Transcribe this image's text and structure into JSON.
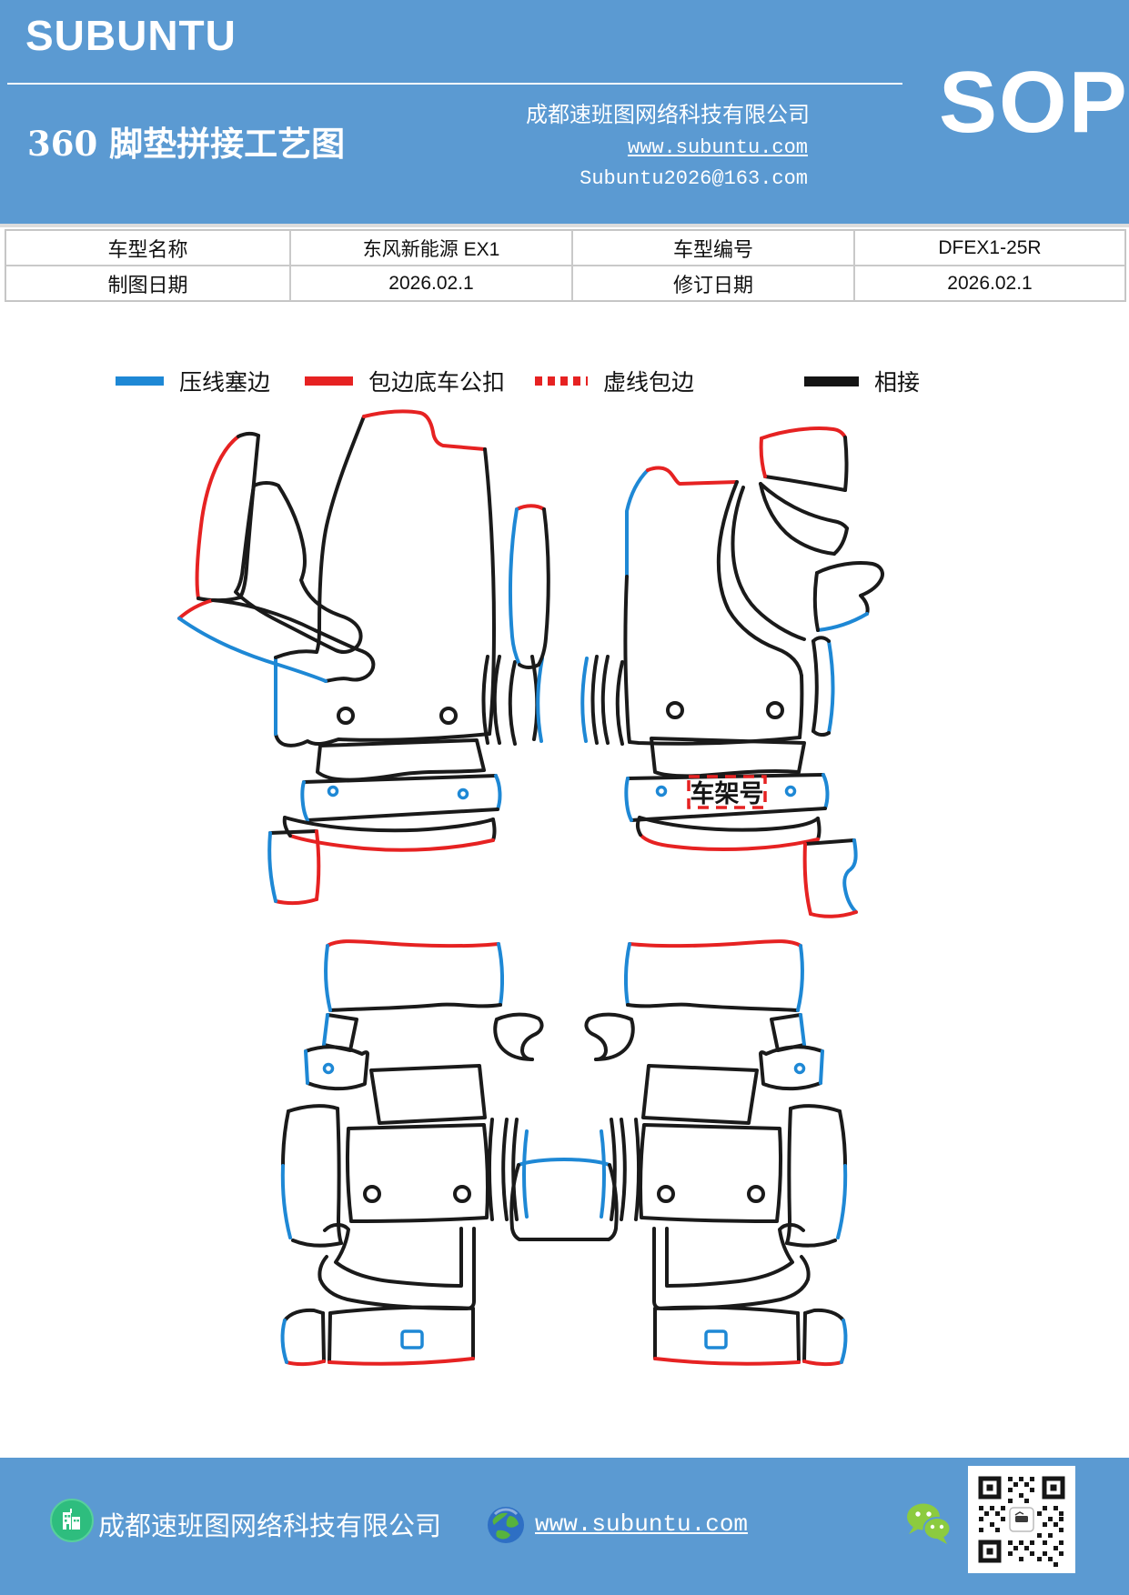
{
  "colors": {
    "band_blue": "#5b9ad2",
    "diagram_black": "#1a1a1a",
    "diagram_blue": "#1e88d5",
    "diagram_red": "#e62222",
    "table_border": "#c9c9c9",
    "footer_building_green": "#2ebd7e",
    "wechat_green": "#8ccb3f"
  },
  "header": {
    "logo": "SUBUNTU",
    "title": "360 脚垫拼接工艺图",
    "company": "成都速班图网络科技有限公司",
    "website": "www.subuntu.com",
    "email": "Subuntu2026@163.com",
    "badge": "SOP"
  },
  "info_table": {
    "rows": [
      [
        "车型名称",
        "东风新能源 EX1",
        "车型编号",
        "DFEX1-25R"
      ],
      [
        "制图日期",
        "2026.02.1",
        "修订日期",
        "2026.02.1"
      ]
    ]
  },
  "legend": {
    "items": [
      {
        "label": "压线塞边",
        "style": "solid",
        "color": "#1e88d5"
      },
      {
        "label": "包边底车公扣",
        "style": "solid",
        "color": "#e62222"
      },
      {
        "label": "虚线包边",
        "style": "dotted",
        "color": "#e62222"
      },
      {
        "label": "相接",
        "style": "solid",
        "color": "#1a1a1a"
      }
    ]
  },
  "diagram": {
    "vin_plate_label": "车架号"
  },
  "footer": {
    "company": "成都速班图网络科技有限公司",
    "website": "www.subuntu.com"
  }
}
